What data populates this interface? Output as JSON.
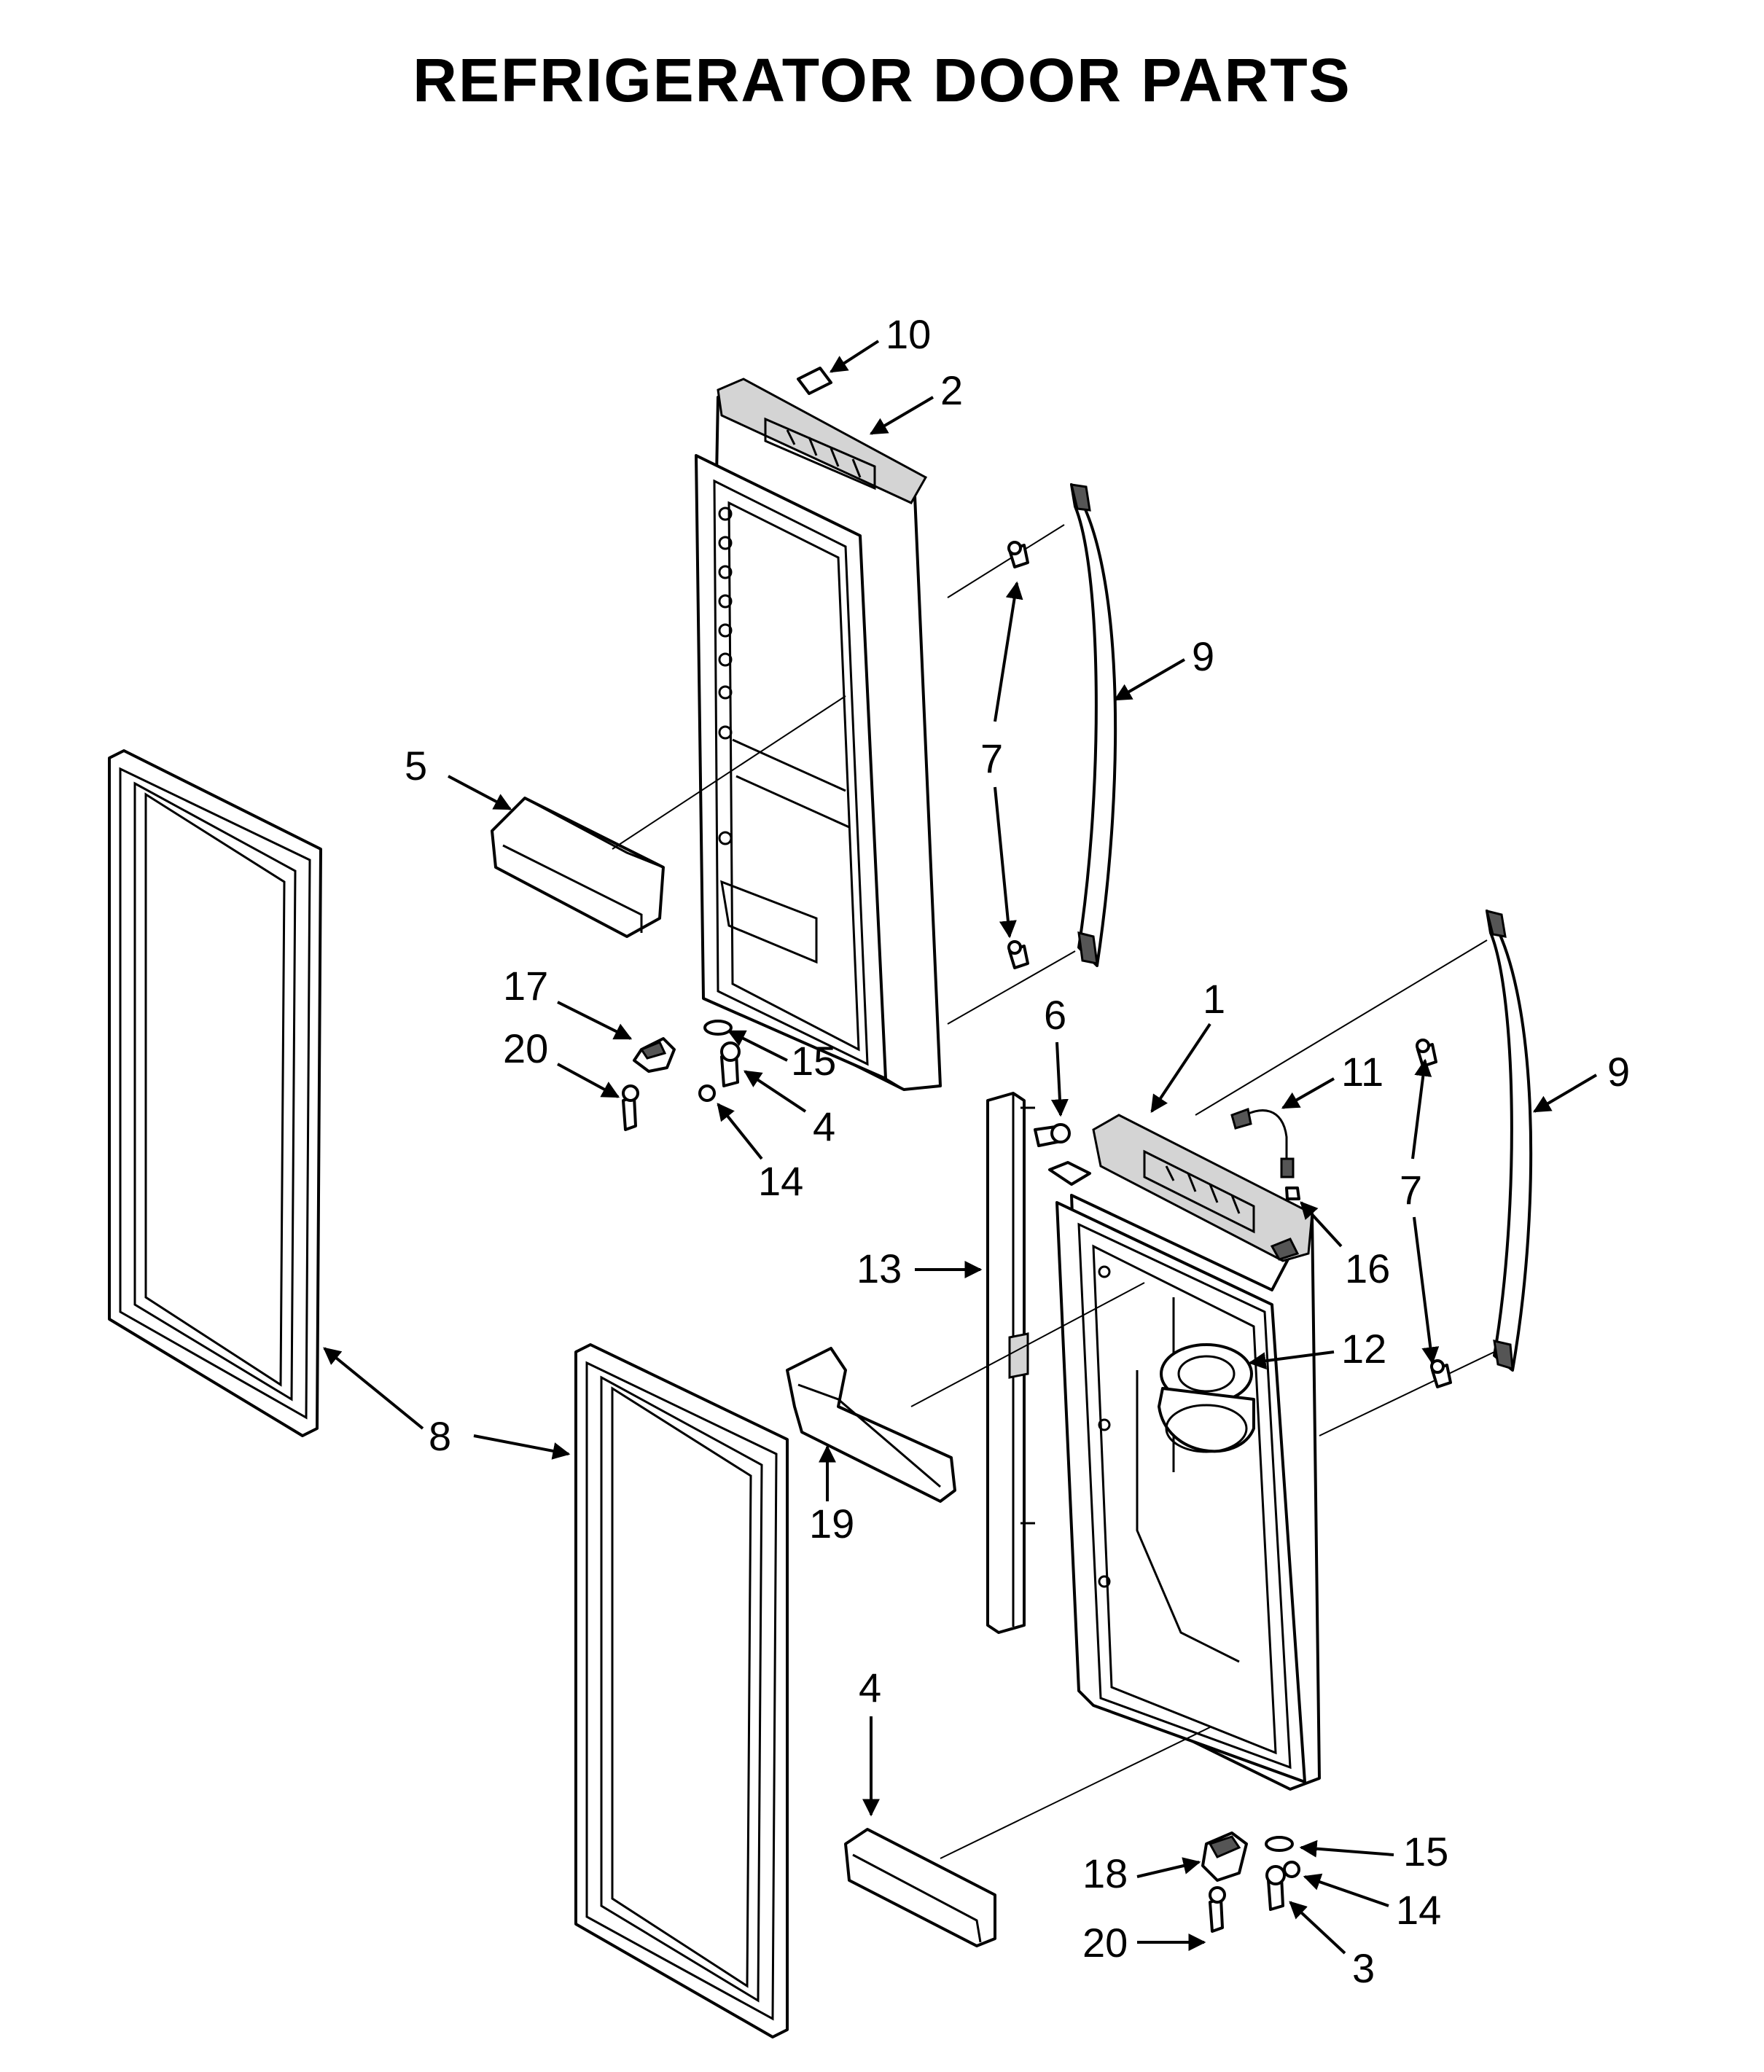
{
  "title": "REFRIGERATOR DOOR PARTS",
  "callouts": [
    "1",
    "2",
    "3",
    "4",
    "4",
    "5",
    "6",
    "7",
    "7",
    "8",
    "9",
    "9",
    "10",
    "11",
    "12",
    "13",
    "14",
    "14",
    "15",
    "15",
    "16",
    "17",
    "18",
    "19",
    "20",
    "20"
  ]
}
